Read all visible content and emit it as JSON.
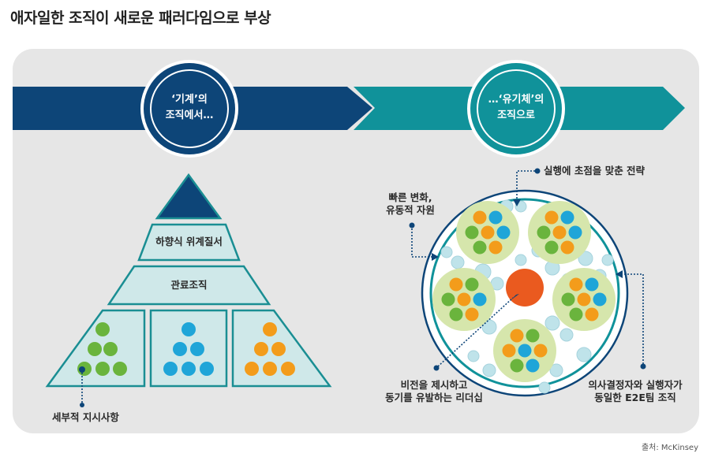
{
  "title": "애자일한 조직이 새로운 패러다임으로 부상",
  "left_circle": {
    "line1": "‘기계’의",
    "line2": "조직에서…"
  },
  "right_circle": {
    "line1": "…‘유기체’의",
    "line2": "조직으로"
  },
  "pyramid": {
    "level1": "하향식 위계질서",
    "level2": "관료조직",
    "note": "세부적 지시사항"
  },
  "organism": {
    "top_note": "실행에 초점을 맞춘 전략",
    "left_note": {
      "line1": "빠른 변화,",
      "line2": "유동적 자원"
    },
    "bottom_left_note": {
      "line1": "비전을 제시하고",
      "line2": "동기를 유발하는 리더십"
    },
    "bottom_right_note": {
      "line1": "의사결정자와 실행자가",
      "line2": "동일한 E2E팀 조직"
    }
  },
  "source": "출처: McKinsey",
  "colors": {
    "navy": "#0d4578",
    "teal": "#10929a",
    "light_teal": "#bfe5e6",
    "green": "#6ab43d",
    "blue": "#1fa5d8",
    "orange": "#f39c1b",
    "red_orange": "#ea5a1f",
    "pale_green": "#d6e6ac"
  }
}
